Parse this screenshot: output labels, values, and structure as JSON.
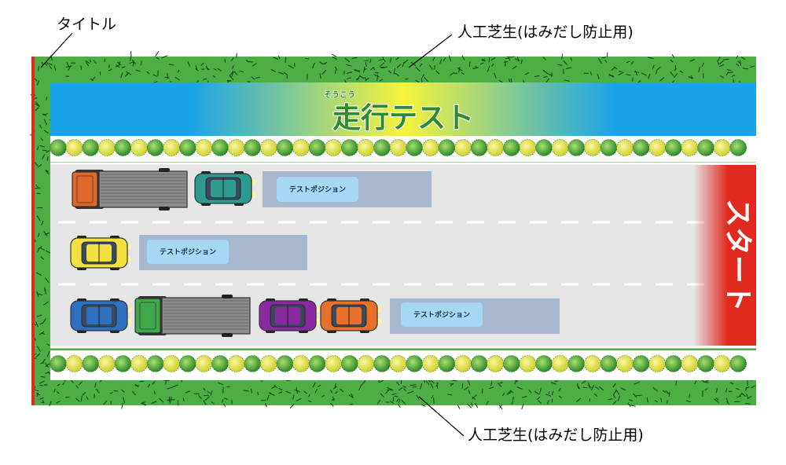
{
  "labels": {
    "title": "タイトル",
    "turf_top": "人工芝生(はみだし防止用)",
    "turf_bottom": "人工芝生(はみだし防止用)"
  },
  "banner": {
    "title": "走行テスト",
    "ruby": "そうこう"
  },
  "start": {
    "label": "スタート"
  },
  "lanes": [
    {
      "vehicles": [
        {
          "type": "truck",
          "cab_color": "#e0662a"
        },
        {
          "type": "car",
          "color": "#2e9b8e"
        }
      ],
      "test_position": "テストポジション"
    },
    {
      "vehicles": [
        {
          "type": "car",
          "color": "#f2e040"
        }
      ],
      "test_position": "テストポジション"
    },
    {
      "vehicles": [
        {
          "type": "car",
          "color": "#2f6fc0"
        },
        {
          "type": "truck",
          "cab_color": "#3ea84a"
        },
        {
          "type": "car",
          "color": "#8a2aa0"
        },
        {
          "type": "car",
          "color": "#e8702a"
        }
      ],
      "test_position": "テストポジション"
    }
  ],
  "colors": {
    "turf": "#4cae45",
    "sky": "#1aa3e8",
    "sky_glow": "#f6f43a",
    "road": "#e6e6e6",
    "start": "#e02a1e",
    "test_zone": "#a7b7d0",
    "test_label": "#a6d8f6",
    "title_bar": "#e02a1e"
  }
}
